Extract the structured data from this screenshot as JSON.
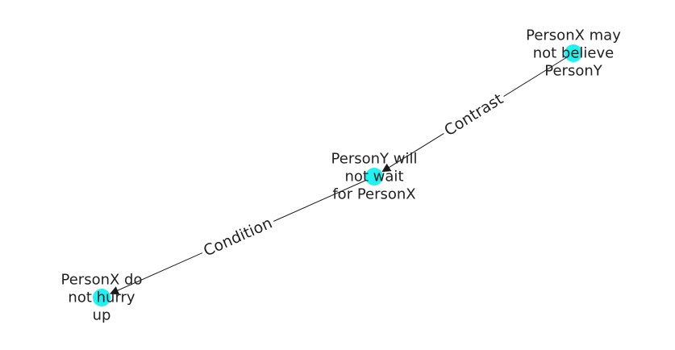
{
  "graph": {
    "node_color": "#1ef2f2",
    "edge_color": "#1a1a1a",
    "nodes": [
      {
        "id": "n1",
        "label_lines": [
          "PersonX may",
          "not believe",
          "PersonY"
        ]
      },
      {
        "id": "n2",
        "label_lines": [
          "PersonY will",
          "not wait",
          "for PersonX"
        ]
      },
      {
        "id": "n3",
        "label_lines": [
          "PersonX do",
          "not hurry",
          "up"
        ]
      }
    ],
    "edges": [
      {
        "from": "n1",
        "to": "n2",
        "label": "Contrast"
      },
      {
        "from": "n2",
        "to": "n3",
        "label": "Condition"
      }
    ]
  }
}
